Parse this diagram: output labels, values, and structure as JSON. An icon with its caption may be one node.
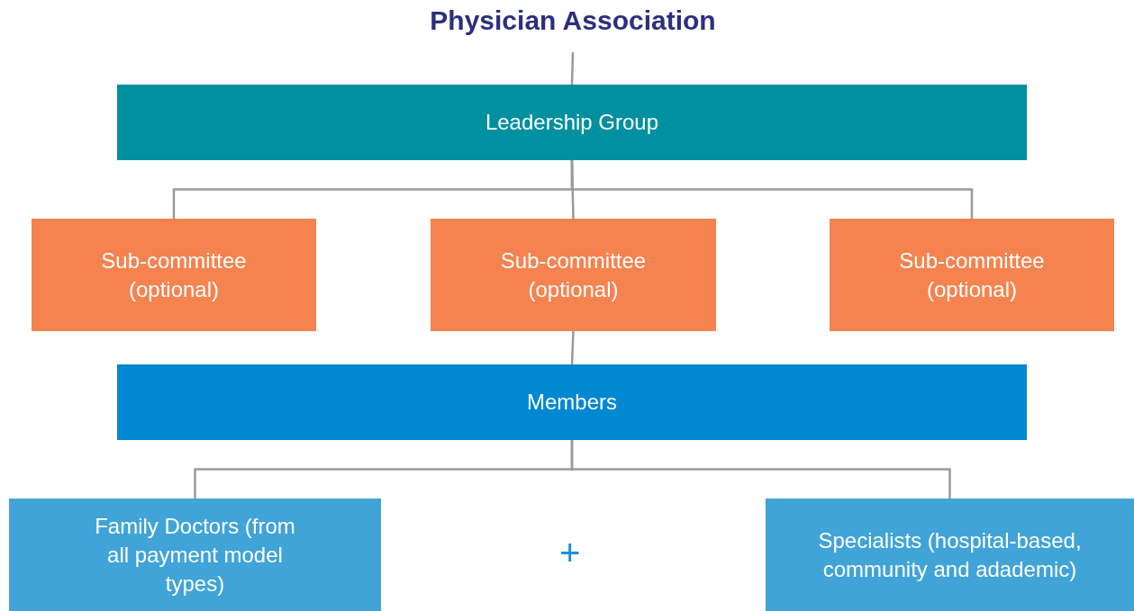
{
  "diagram": {
    "nodes": [
      {
        "text": [
          "Physician Association"
        ]
      },
      {
        "text": [
          "Leadership Group"
        ]
      },
      {
        "text": [
          "Sub-committee (optional)"
        ]
      },
      {
        "text": [
          "Sub-committee (optional)"
        ]
      },
      {
        "text": [
          "Sub-committee (optional)"
        ]
      },
      {
        "text": [
          "Members"
        ]
      },
      {
        "text": [
          "Family Doctors (from all payment model types)"
        ]
      },
      {
        "text": [
          "Specialists (hospital-based, community and adademic)"
        ]
      }
    ],
    "edges": [
      {
        "from": 0,
        "to": 1,
        "arrow": "none"
      },
      {
        "from": 1,
        "to": 2,
        "arrow": "none"
      },
      {
        "from": 1,
        "to": 3,
        "arrow": "none"
      },
      {
        "from": 1,
        "to": 4,
        "arrow": "none"
      },
      {
        "from": 3,
        "to": 5,
        "arrow": "none"
      },
      {
        "from": 5,
        "to": 6,
        "arrow": "none"
      },
      {
        "from": 5,
        "to": 7,
        "arrow": "none"
      }
    ],
    "labels": [
      "+"
    ]
  }
}
